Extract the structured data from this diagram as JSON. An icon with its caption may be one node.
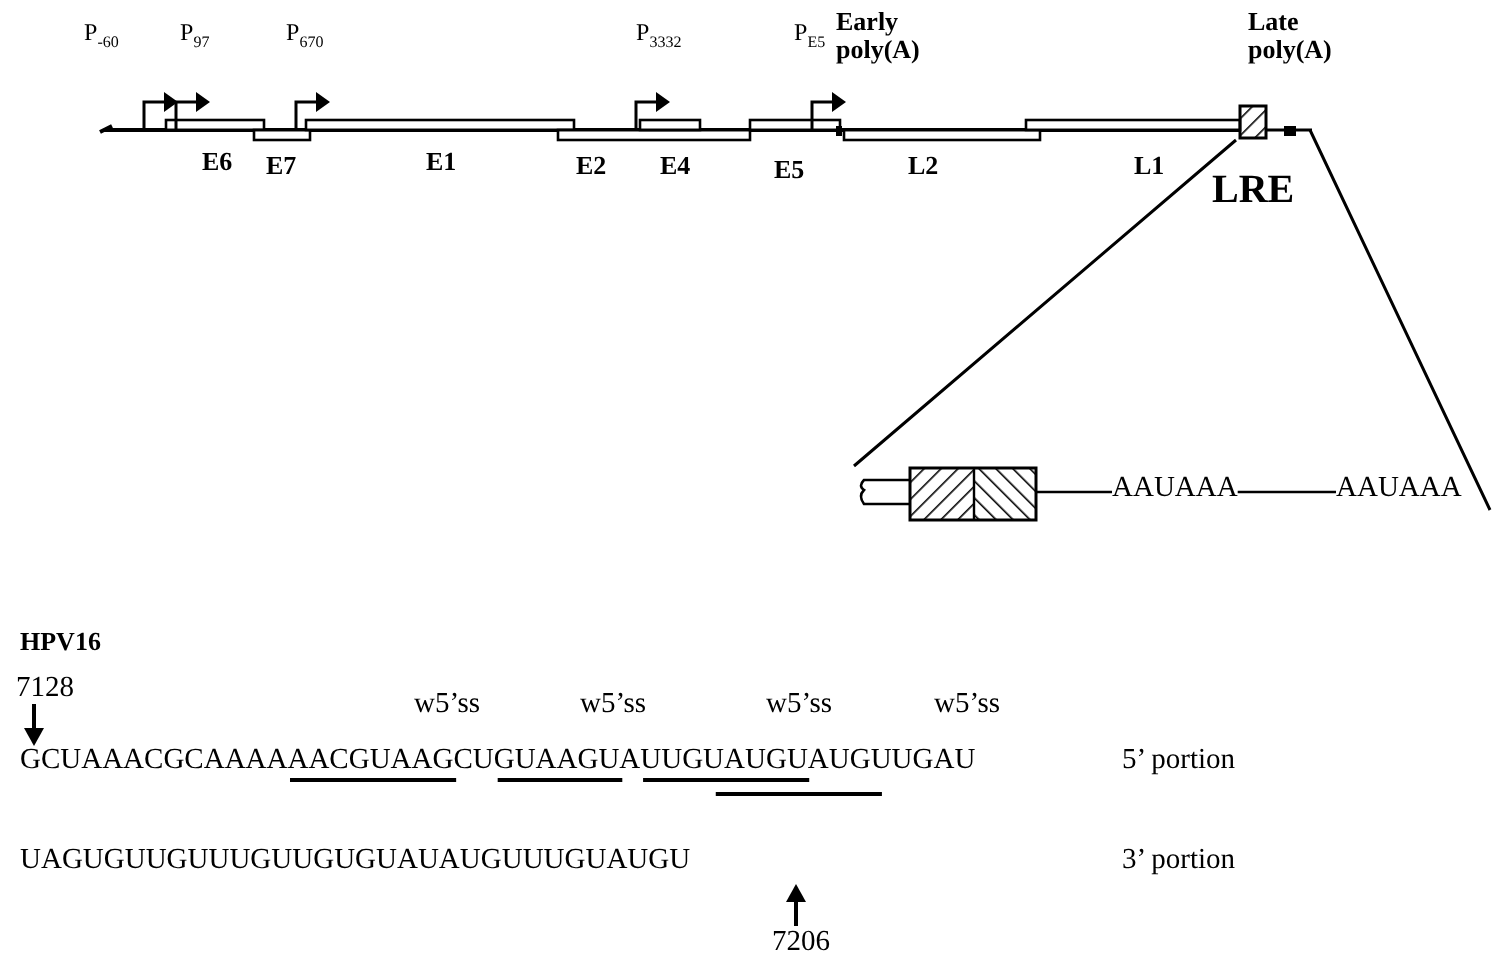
{
  "diagram": {
    "labels": [
      "P$_{-60}$",
      "P$_{97}$",
      "P$_{670}$",
      "P$_{3332}$",
      "P$_{E5}$",
      "Early poly(A)",
      "Late poly(A)",
      "E6",
      "E7",
      "E1",
      "E2",
      "E4",
      "E5",
      "L2",
      "L1",
      "LRE",
      "AAUAAA",
      "AAUAAA",
      "HPV16",
      "7128",
      "w5’ss",
      "w5’ss",
      "w5’ss",
      "w5’ss",
      "GCUAAACGCAAAAAACGUAAGCUGUAAGUAUUGUAUGUAUGUUGAU",
      "5’ portion",
      "UAGUGUUGUUUGUUGUGUAUAUGUUUGUAUGU",
      "3’ portion",
      "7206"
    ]
  }
}
